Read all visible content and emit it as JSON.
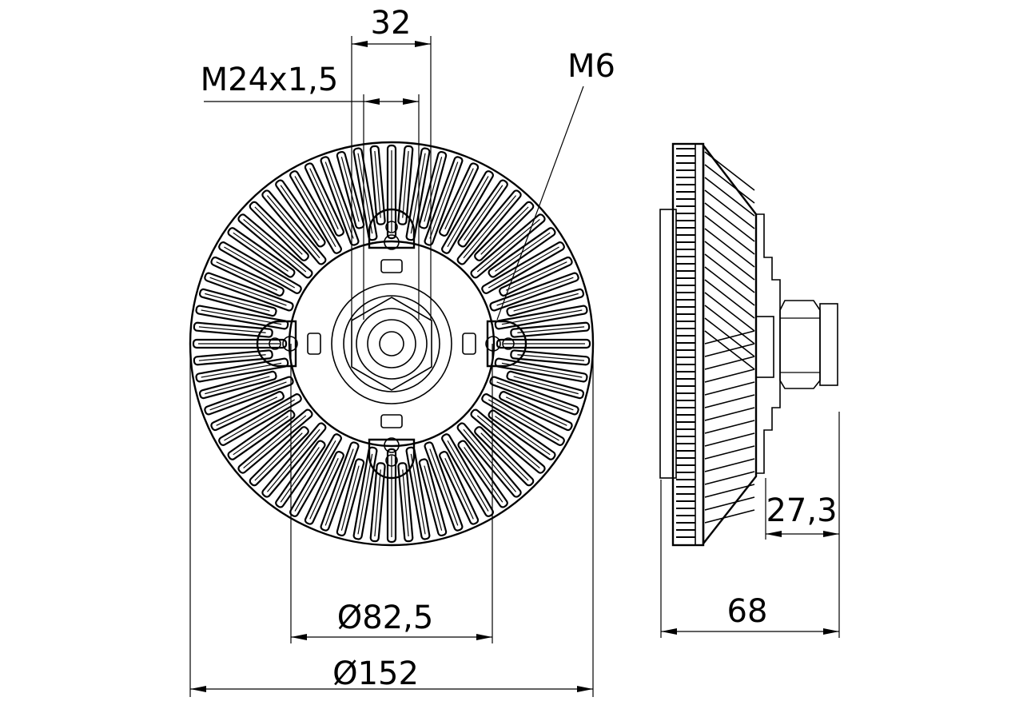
{
  "drawing": {
    "title": "Viscous fan clutch dimension drawing",
    "views": [
      "front-view",
      "side-view"
    ],
    "colors": {
      "ink": "#000000",
      "background": "#ffffff"
    }
  },
  "dimensions": {
    "hex_width": {
      "label": "32",
      "value": 32,
      "unit": "mm"
    },
    "thread": {
      "label": "M24x1,5",
      "value": "M24x1.5"
    },
    "bolt": {
      "label": "M6",
      "value": "M6"
    },
    "inner_diameter": {
      "label": "Ø82,5",
      "value": 82.5,
      "unit": "mm"
    },
    "outer_diameter": {
      "label": "Ø152",
      "value": 152,
      "unit": "mm"
    },
    "hub_depth": {
      "label": "27,3",
      "value": 27.3,
      "unit": "mm"
    },
    "overall_depth": {
      "label": "68",
      "value": 68,
      "unit": "mm"
    }
  },
  "front_view": {
    "fin_count": 72,
    "mounting_tabs": 4
  }
}
